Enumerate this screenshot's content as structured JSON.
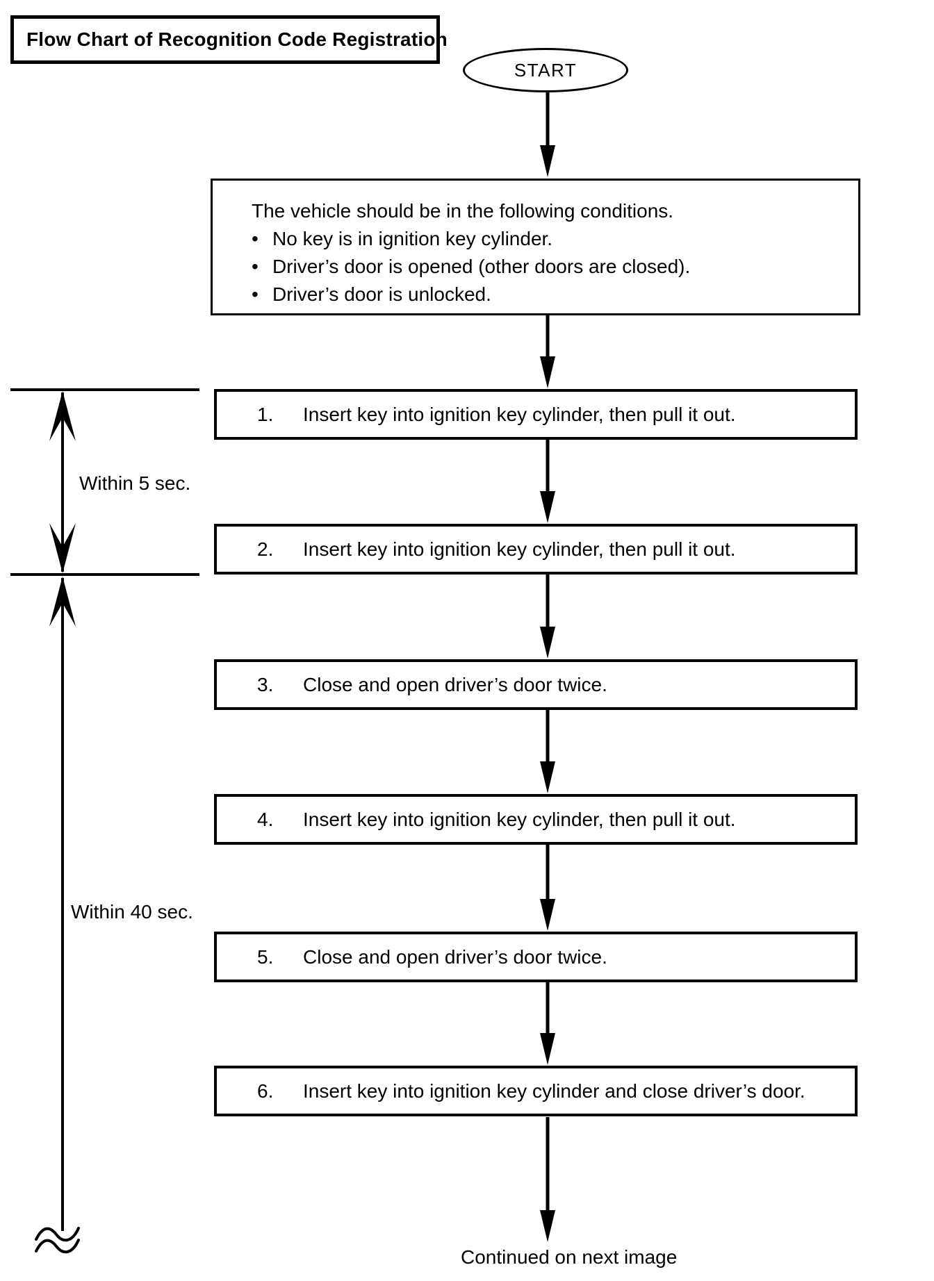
{
  "title": "Flow Chart of Recognition Code Registration",
  "start_label": "START",
  "conditions": {
    "intro": "The vehicle should be in the following conditions.",
    "bullet": "•",
    "items": [
      "No key is in ignition key cylinder.",
      "Driver’s door is opened (other doors are closed).",
      "Driver’s door is unlocked."
    ]
  },
  "steps": [
    {
      "number": "1.",
      "text": "Insert key into ignition key cylinder, then pull it out."
    },
    {
      "number": "2.",
      "text": "Insert key into ignition key cylinder, then pull it out."
    },
    {
      "number": "3.",
      "text": "Close and open driver’s door twice."
    },
    {
      "number": "4.",
      "text": "Insert key into ignition key cylinder, then pull it out."
    },
    {
      "number": "5.",
      "text": "Close and open driver’s door twice."
    },
    {
      "number": "6.",
      "text": "Insert key into ignition key cylinder and close driver’s door."
    }
  ],
  "timers": [
    {
      "label": "Within 5 sec."
    },
    {
      "label": "Within 40 sec."
    }
  ],
  "footer": "Continued on next image",
  "colors": {
    "ink": "#000000",
    "background": "#ffffff"
  }
}
